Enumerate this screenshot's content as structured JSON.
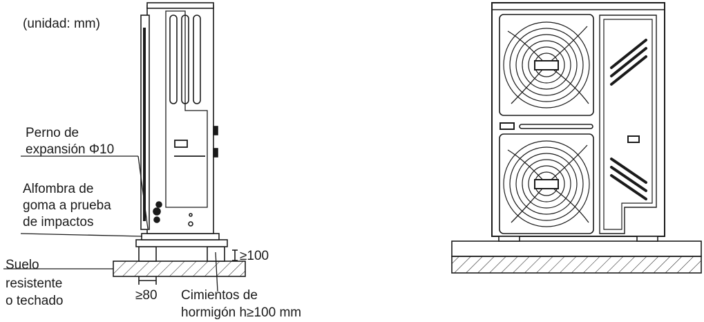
{
  "unit_note": "(unidad: mm)",
  "labels": {
    "bolt_line1": "Perno de",
    "bolt_line2": "expansión Φ10",
    "mat_line1": "Alfombra de",
    "mat_line2": "goma a prueba",
    "mat_line3": "de impactos",
    "floor_line1": "Suelo",
    "floor_line2": "resistente",
    "floor_line3": "o techado",
    "foundation_line1": "Cimientos de",
    "foundation_line2": "hormigón h≥100 mm"
  },
  "dimensions": {
    "height": "≥100",
    "width": "≥80"
  }
}
